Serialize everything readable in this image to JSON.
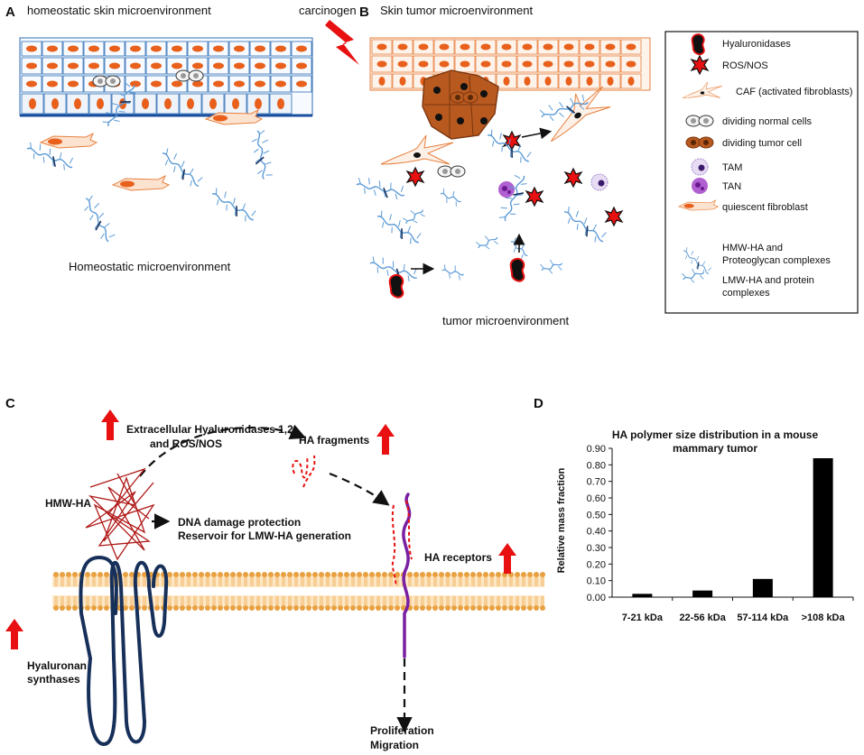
{
  "panelA": {
    "letter": "A",
    "title": "homeostatic skin microenvironment",
    "carcinogen": "carcinogen",
    "caption": "Homeostatic microenvironment"
  },
  "panelB": {
    "letter": "B",
    "title": "Skin tumor microenvironment",
    "caption": "tumor microenvironment"
  },
  "legend": {
    "items": [
      {
        "label": "Hyaluronidases",
        "icon": "hyaluronidase-icon"
      },
      {
        "label": "ROS/NOS",
        "icon": "ros-nos-star-icon"
      },
      {
        "label": "CAF (activated fibroblasts)",
        "icon": "caf-fibroblast-icon"
      },
      {
        "label": "dividing normal cells",
        "icon": "dividing-normal-cell-icon"
      },
      {
        "label": "dividing tumor cell",
        "icon": "dividing-tumor-cell-icon"
      },
      {
        "label": "TAM",
        "icon": "tam-icon"
      },
      {
        "label": "TAN",
        "icon": "tan-icon"
      },
      {
        "label": "quiescent fibroblast",
        "icon": "quiescent-fibroblast-icon"
      }
    ],
    "hmw": [
      "HMW-HA and",
      "Proteoglycan complexes"
    ],
    "lmw": [
      "LMW-HA and protein",
      "complexes"
    ]
  },
  "panelC": {
    "letter": "C",
    "hyaluronidases": [
      "Extracellular Hyaluronidases 1,2",
      "and  ROS/NOS"
    ],
    "fragments": "HA fragments",
    "hmw": "HMW-HA",
    "roles": [
      "DNA damage protection",
      "Reservoir for LMW-HA generation"
    ],
    "receptors": "HA receptors",
    "synthases": [
      "Hyaluronan",
      "synthases"
    ],
    "outcome": [
      "Proliferation",
      "Migration"
    ]
  },
  "panelD": {
    "letter": "D"
  },
  "chart_data": {
    "type": "bar",
    "title": "HA polymer size distribution in a mouse mammary tumor",
    "title_lines": [
      "HA polymer size distribution in a mouse",
      "mammary tumor"
    ],
    "categories": [
      "7-21 kDa",
      "22-56 kDa",
      "57-114 kDa",
      ">108 kDa"
    ],
    "values": [
      0.02,
      0.04,
      0.11,
      0.84
    ],
    "xlabel": "",
    "ylabel": "Relative mass fraction",
    "ylim": [
      0,
      0.9
    ],
    "yticks": [
      "0.00",
      "0.10",
      "0.20",
      "0.30",
      "0.40",
      "0.50",
      "0.60",
      "0.70",
      "0.80",
      "0.90"
    ],
    "grid": false,
    "bar_color": "#000000"
  },
  "colors": {
    "cell_fill": "#eef4fa",
    "cell_border": "#2f6db5",
    "nucleus": "#e8601c",
    "tumor_cell": "#b85a1f",
    "tumor_outline": "#f0a070",
    "ha_blue": "#4d8cc8",
    "red": "#e81010",
    "purple": "#7a1fa2",
    "navy": "#17305a",
    "membrane": "#e8a040"
  }
}
